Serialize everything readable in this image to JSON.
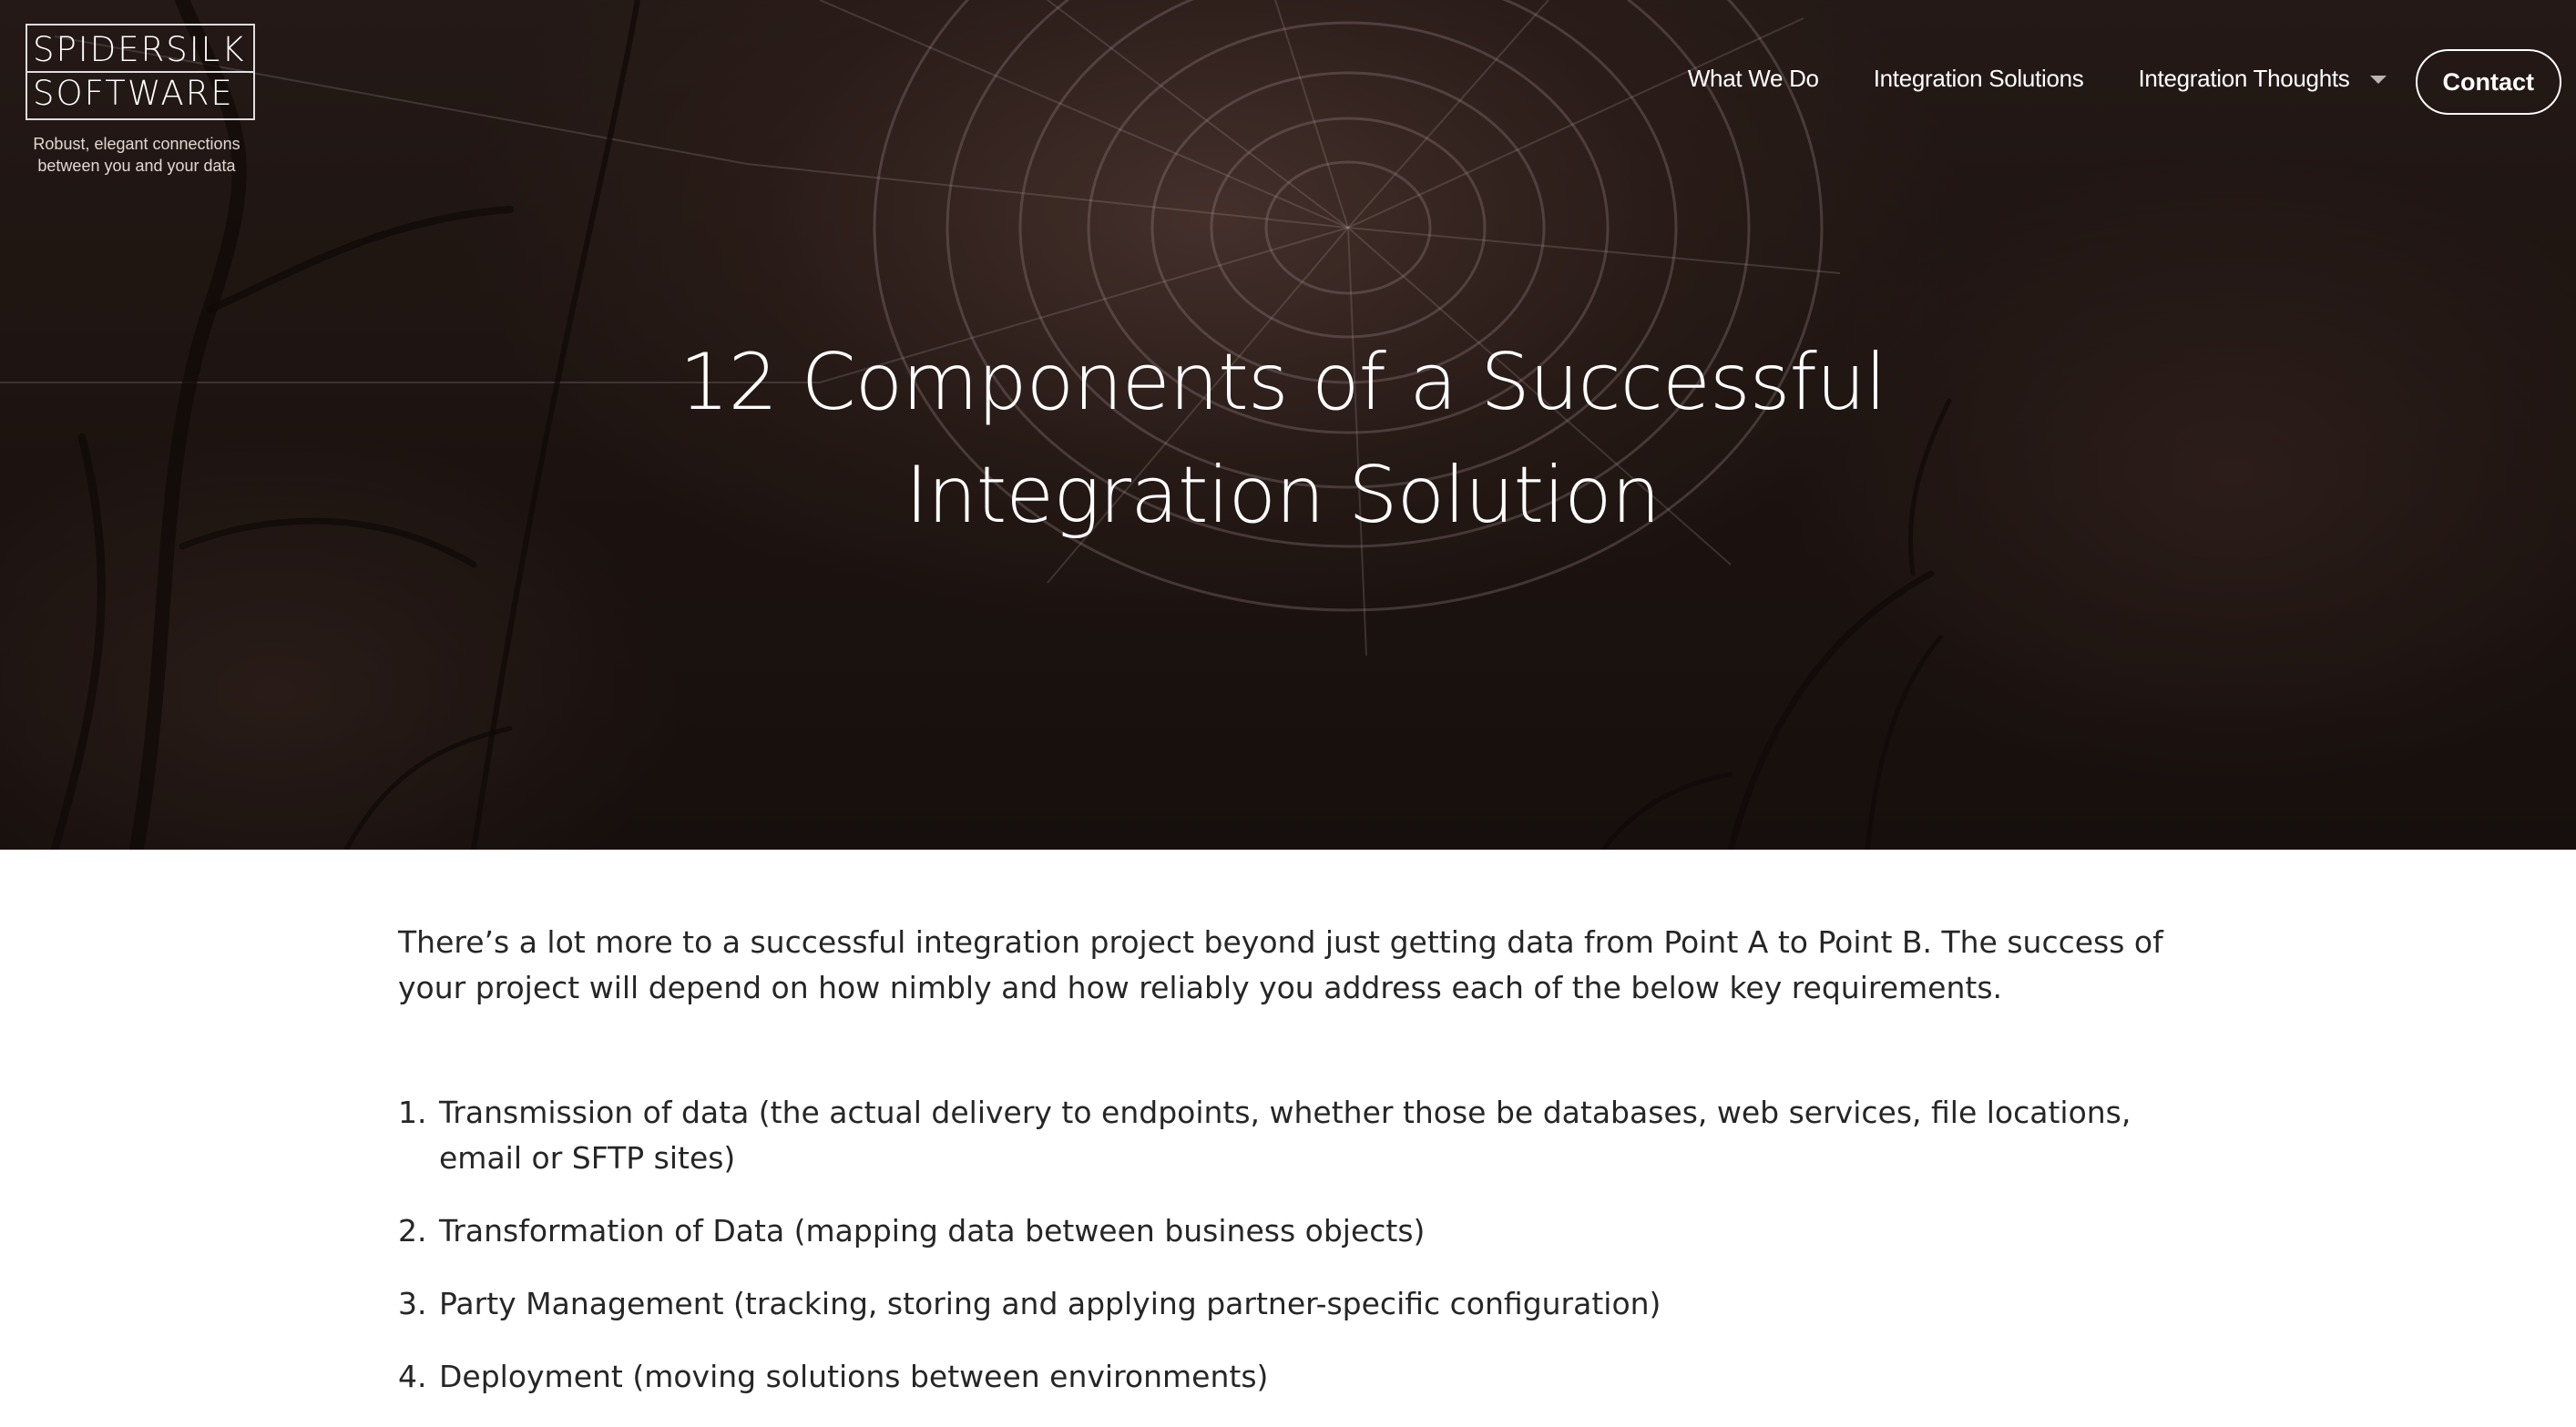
{
  "logo": {
    "line1": "SPIDERSILK",
    "line2": "SOFTWARE",
    "tagline": "Robust, elegant connections between you and your data"
  },
  "nav": {
    "items": [
      {
        "label": "What We Do"
      },
      {
        "label": "Integration Solutions"
      },
      {
        "label": "Integration Thoughts"
      }
    ],
    "contact_label": "Contact"
  },
  "hero": {
    "title_line1": "12 Components of a Successful",
    "title_line2": "Integration Solution"
  },
  "article": {
    "intro": "There’s a lot more to a successful integration project beyond just getting data from Point A to Point B. The success of your project will depend on how nimbly and how reliably you address each of the below key requirements.",
    "requirements": [
      {
        "number": "1.",
        "text": "Transmission of data (the actual delivery to endpoints, whether those be databases, web services, file locations, email or SFTP sites)"
      },
      {
        "number": "2.",
        "text": "Transformation of Data (mapping data between business objects)"
      },
      {
        "number": "3.",
        "text": "Party Management (tracking, storing and applying partner-specific configuration)"
      },
      {
        "number": "4.",
        "text": "Deployment (moving solutions between environments)"
      }
    ]
  }
}
